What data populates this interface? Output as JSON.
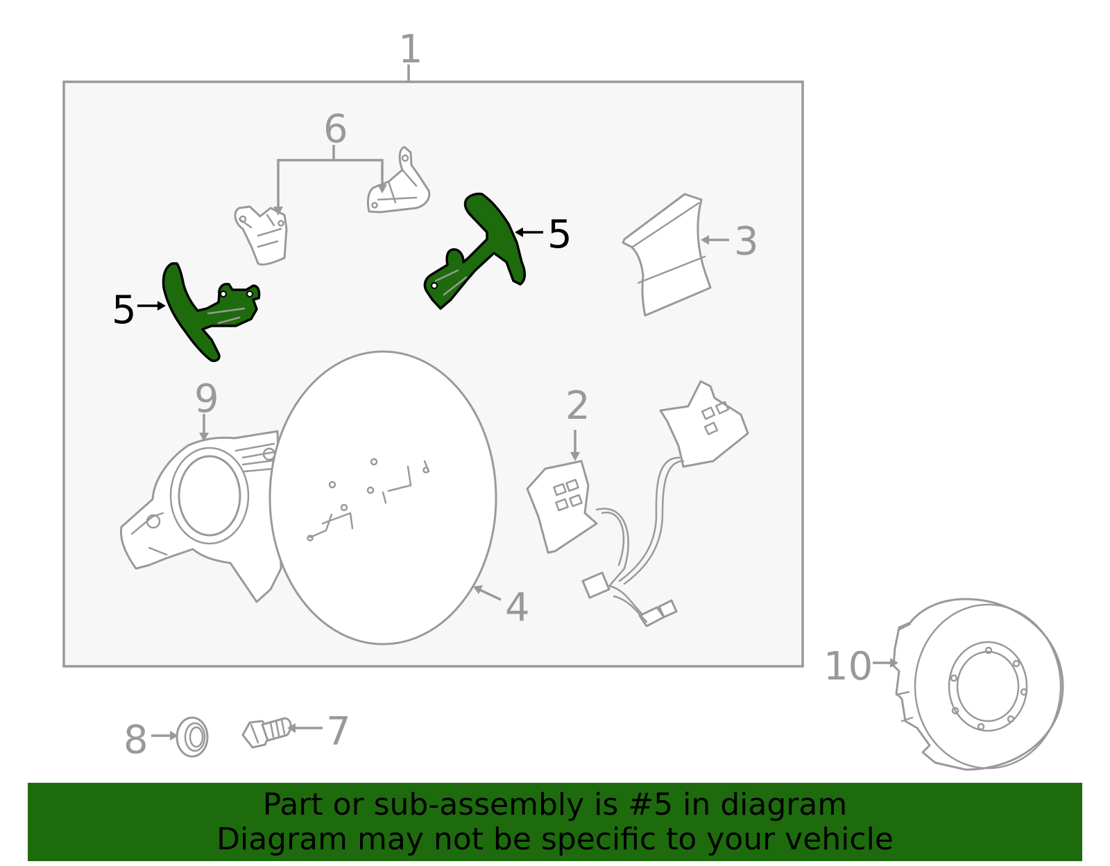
{
  "colors": {
    "highlight": "#1e6b0e",
    "banner_bg": "#1e6b0e",
    "line_gray": "#999999",
    "panel_bg": "#f7f7f7",
    "text_dark": "#000000"
  },
  "callouts": {
    "c1": "1",
    "c2": "2",
    "c3": "3",
    "c4": "4",
    "c5_left": "5",
    "c5_right": "5",
    "c6": "6",
    "c7": "7",
    "c8": "8",
    "c9": "9",
    "c10": "10"
  },
  "highlighted_part": "5",
  "banner": {
    "line1": "Part or sub-assembly is #5 in diagram",
    "line2": "Diagram may not be specific to your vehicle"
  }
}
